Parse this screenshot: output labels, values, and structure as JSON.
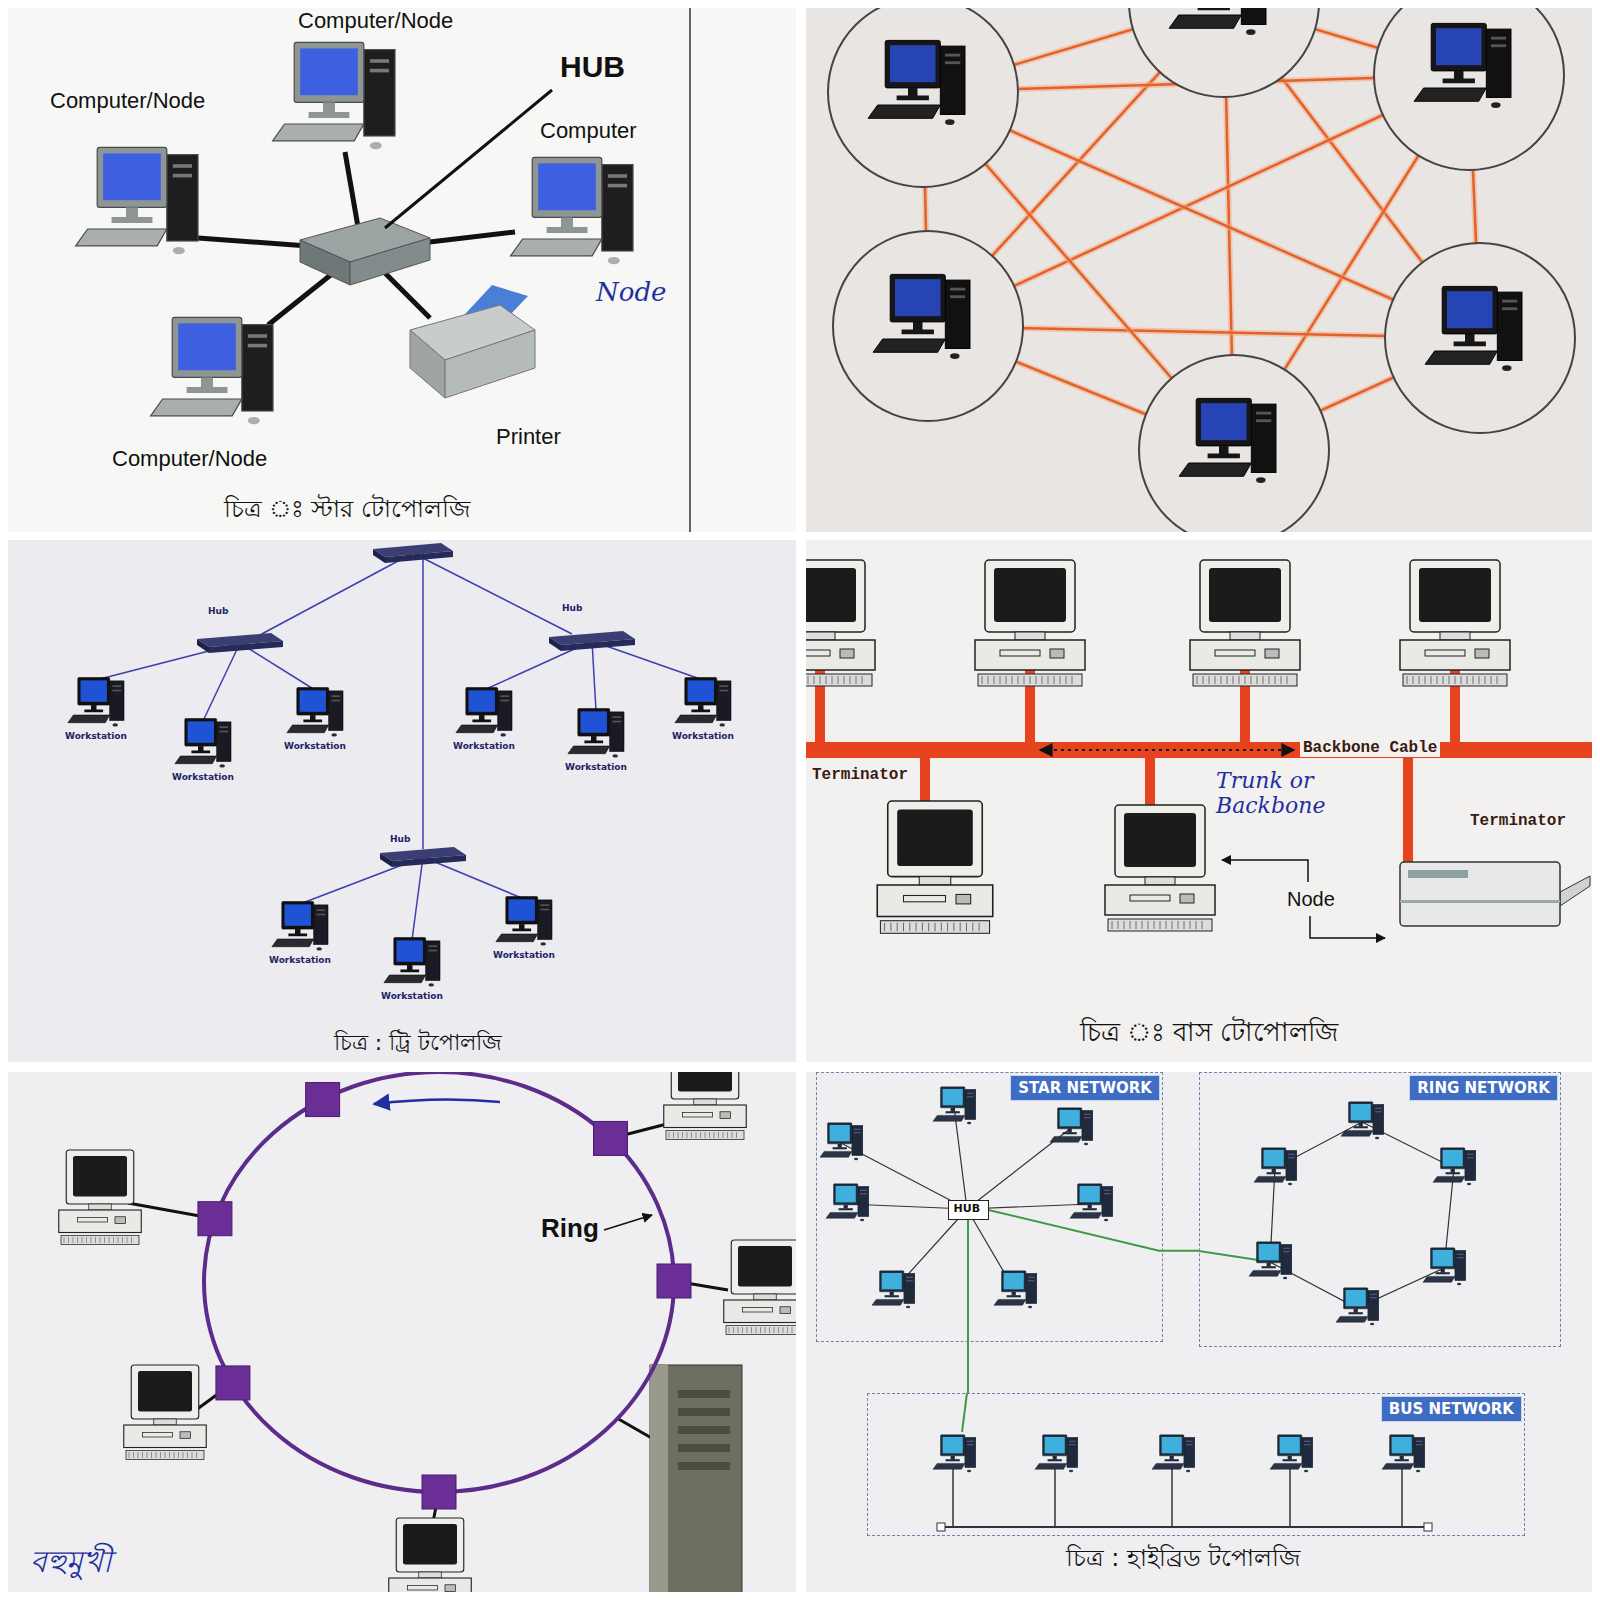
{
  "diagram": {
    "nodes": [
      {
        "text": [
          "STAR NETWORK"
        ]
      },
      {
        "text": [
          "HUB"
        ],
        "in": 0
      },
      {
        "text": [
          "RING NETWORK"
        ]
      },
      {
        "text": [
          "BUS NETWORK"
        ]
      }
    ],
    "edges": [
      {
        "from": 1,
        "to": 2,
        "arrow": "none"
      },
      {
        "from": 1,
        "to": 3,
        "arrow": "none"
      }
    ],
    "labels": [
      "Computer/Node",
      "HUB",
      "Computer/Node",
      "Computer",
      "Node",
      "Printer",
      "Computer/Node",
      "চিত্র ঃ স্টার টোপোলজি",
      "Hub",
      "Hub",
      "Hub",
      "Workstation",
      "Workstation",
      "Workstation",
      "Workstation",
      "Workstation",
      "Workstation",
      "Workstation",
      "Workstation",
      "Workstation",
      "চিত্র : ট্রি টপোলজি",
      "Terminator",
      "Backbone Cable",
      "Trunk or Backbone",
      "Node",
      "Terminator",
      "চিত্র ঃ বাস টোপোলজি",
      "Ring",
      "বহুমুখী",
      "চিত্র : হাইব্রিড টপোলজি"
    ]
  }
}
